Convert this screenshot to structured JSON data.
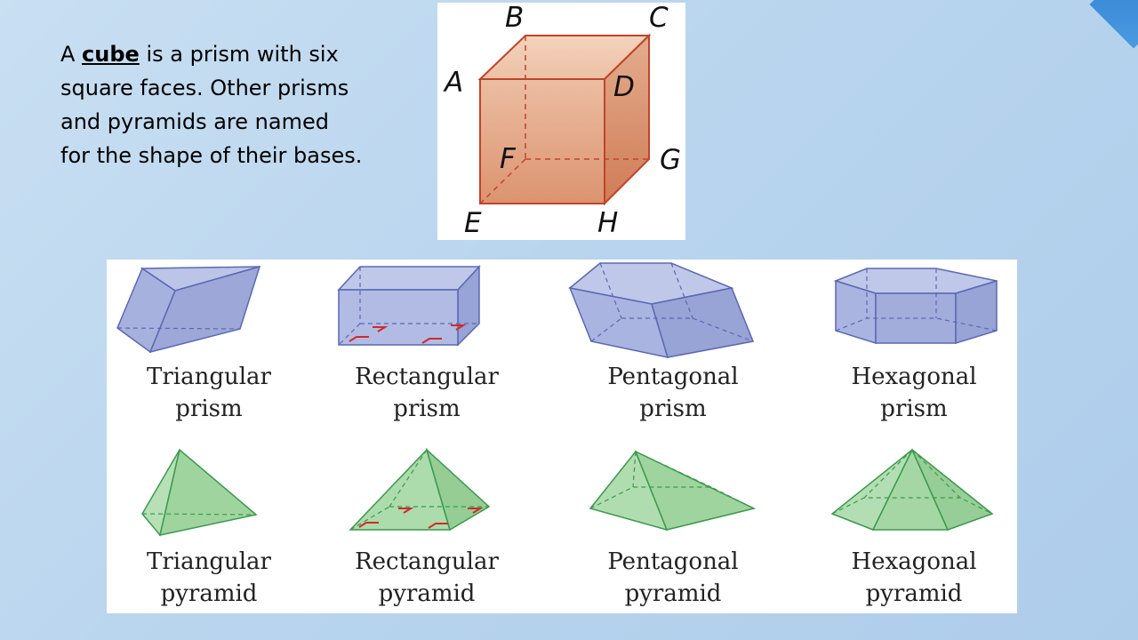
{
  "intro": {
    "before": "A ",
    "term": "cube",
    "after": " is a prism with six square faces. Other prisms and pyramids are named for the shape of their bases."
  },
  "cube_figure": {
    "vertices": [
      "A",
      "B",
      "C",
      "D",
      "E",
      "F",
      "G",
      "H"
    ]
  },
  "prisms": [
    {
      "line1": "Triangular",
      "line2": "prism",
      "icon": "triangular-prism"
    },
    {
      "line1": "Rectangular",
      "line2": "prism",
      "icon": "rectangular-prism"
    },
    {
      "line1": "Pentagonal",
      "line2": "prism",
      "icon": "pentagonal-prism"
    },
    {
      "line1": "Hexagonal",
      "line2": "prism",
      "icon": "hexagonal-prism"
    }
  ],
  "pyramids": [
    {
      "line1": "Triangular",
      "line2": "pyramid",
      "icon": "triangular-pyramid"
    },
    {
      "line1": "Rectangular",
      "line2": "pyramid",
      "icon": "rectangular-pyramid"
    },
    {
      "line1": "Pentagonal",
      "line2": "pyramid",
      "icon": "pentagonal-pyramid"
    },
    {
      "line1": "Hexagonal",
      "line2": "pyramid",
      "icon": "hexagonal-pyramid"
    }
  ],
  "colors": {
    "cube_fill": "#dc9a76",
    "cube_edge": "#c0442a",
    "prism_fill": "#9aa6d8",
    "prism_edge": "#5a68b4",
    "pyramid_fill": "#9fd49f",
    "pyramid_edge": "#3a9a4a",
    "right_angle_mark": "#d02a2a"
  }
}
